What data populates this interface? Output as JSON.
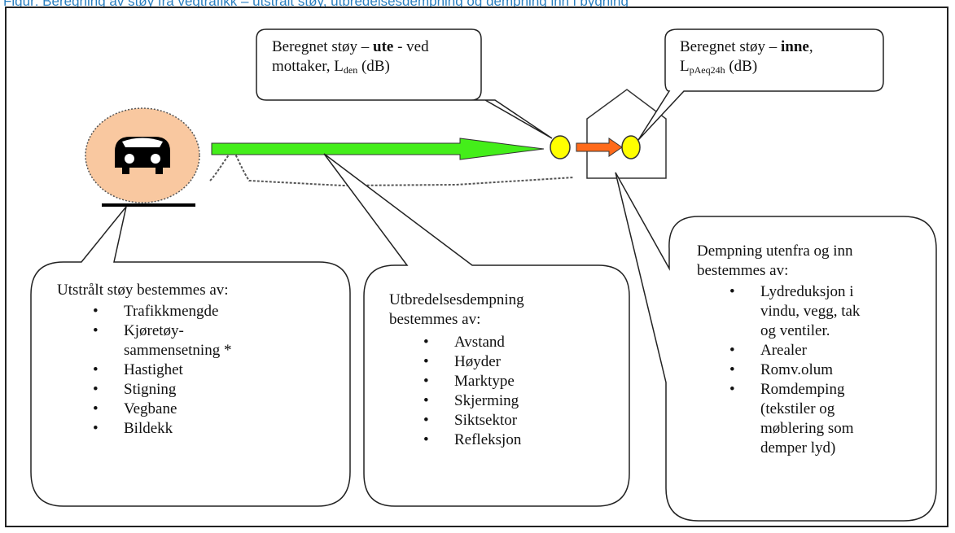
{
  "header": {
    "caption": "Figur: Beregning av støy fra vegtrafikk – utstrålt støy, utbredelsesdempning og dempning inn i bygning"
  },
  "callouts": {
    "outdoor": {
      "text_before": "Beregnet støy – ",
      "text_bold": "ute",
      "text_after": " - ved mottaker, L",
      "subscript": "den",
      "unit": " (dB)"
    },
    "indoor": {
      "text_before": "Beregnet støy – ",
      "text_bold": "inne",
      "text_after": ",",
      "symbol": "L",
      "subscript": "pAeq24h",
      "unit": " (dB)"
    }
  },
  "emission": {
    "heading": "Utstrålt støy bestemmes av:",
    "items": [
      "Trafikkmengde",
      "Kjøretøy-\nsammensetning *",
      "Hastighet",
      "Stigning",
      "Vegbane",
      "Bildekk"
    ]
  },
  "propagation": {
    "heading": "Utbredelsesdempning\nbestemmes av:",
    "items": [
      "Avstand",
      "Høyder",
      "Marktype",
      "Skjerming",
      "Siktsektor",
      "Refleksjon"
    ]
  },
  "insulation": {
    "heading": "Dempning utenfra og inn\nbestemmes av:",
    "items": [
      "Lydreduksjon i\nvindu, vegg, tak\nog ventiler.",
      "Arealer",
      "Romv.olum",
      "Romdemping\n(tekstiler og\nmøblering som\ndemper lyd)"
    ]
  },
  "colors": {
    "source_fill": "#f9c8a0",
    "arrow_green": "#44ee1a",
    "arrow_orange": "#ff6a1a",
    "receiver_yellow": "#ffff00",
    "caption_blue": "#2a7fc0"
  },
  "icons": [
    "vehicle-icon",
    "receiver-point-outdoor",
    "receiver-point-indoor",
    "house-outline"
  ]
}
